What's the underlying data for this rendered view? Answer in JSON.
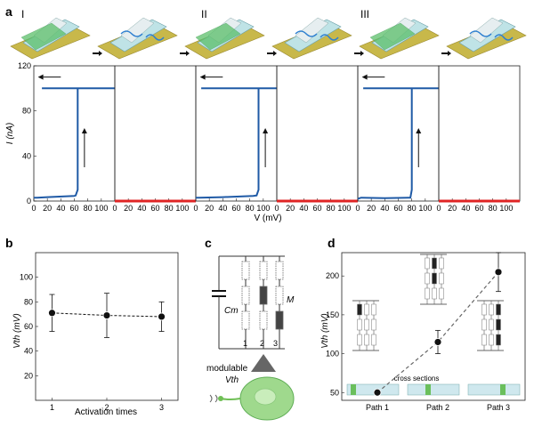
{
  "panel_labels": {
    "a": "a",
    "b": "b",
    "c": "c",
    "d": "d"
  },
  "phase_labels": [
    "I",
    "II",
    "III"
  ],
  "colors": {
    "trace": "#1f5aa6",
    "off_trace": "#e02424",
    "dashed": "#666666",
    "device_green": "#5bbf6a",
    "device_gold": "#c8b84a",
    "neuron": "#9fd98d"
  },
  "chart_data": [
    {
      "type": "line",
      "panel": "a",
      "ylabel": "I (nA)",
      "xlabel": "V (mV)",
      "ylim": [
        0,
        120
      ],
      "xlim": [
        0,
        120
      ],
      "yticks": [
        0,
        40,
        80,
        120
      ],
      "xticks": [
        0,
        20,
        40,
        60,
        80,
        100
      ],
      "subplots": [
        {
          "state": "on",
          "threshold": 65,
          "series": [
            {
              "x": [
                0,
                5,
                20,
                60,
                62,
                65,
                65,
                18,
                12,
                120
              ],
              "y": [
                3,
                3,
                3.5,
                4.5,
                5,
                10,
                100,
                100,
                100,
                100
              ]
            }
          ]
        },
        {
          "state": "off",
          "series": [
            {
              "x": [
                0,
                120
              ],
              "y": [
                0,
                0
              ]
            }
          ]
        },
        {
          "state": "on",
          "threshold": 93,
          "series": [
            {
              "x": [
                0,
                5,
                40,
                85,
                90,
                93,
                93,
                12,
                8,
                120
              ],
              "y": [
                3,
                3,
                3.5,
                4.5,
                5,
                10,
                100,
                100,
                100,
                100
              ]
            }
          ]
        },
        {
          "state": "off",
          "series": [
            {
              "x": [
                0,
                120
              ],
              "y": [
                0,
                0
              ]
            }
          ]
        },
        {
          "state": "on",
          "threshold": 80,
          "series": [
            {
              "x": [
                0,
                5,
                40,
                75,
                78,
                80,
                80,
                15,
                8,
                120
              ],
              "y": [
                2,
                3,
                2.5,
                3,
                3,
                10,
                100,
                100,
                100,
                100
              ]
            }
          ]
        },
        {
          "state": "off",
          "series": [
            {
              "x": [
                0,
                120
              ],
              "y": [
                0,
                0
              ]
            }
          ]
        }
      ]
    },
    {
      "type": "scatter",
      "panel": "b",
      "xlabel": "Activation times",
      "ylabel": "Vth (mV)",
      "ylim": [
        0,
        120
      ],
      "yticks": [
        20,
        40,
        60,
        80,
        100
      ],
      "xticks": [
        1,
        2,
        3
      ],
      "x": [
        1,
        2,
        3
      ],
      "y": [
        71,
        69,
        68
      ],
      "err": [
        15,
        18,
        12
      ]
    },
    {
      "type": "scatter",
      "panel": "d",
      "ylabel": "Vth (mV)",
      "ylim": [
        40,
        230
      ],
      "yticks": [
        50,
        100,
        150,
        200
      ],
      "categories": [
        "Path 1",
        "Path 2",
        "Path 3"
      ],
      "y": [
        50,
        115,
        205
      ],
      "err": [
        0,
        15,
        25
      ]
    }
  ],
  "panel_c": {
    "cm_label": "Cm",
    "m_label": "M",
    "branch_labels": [
      "1",
      "2",
      "3"
    ],
    "modulable_label": "modulable",
    "vth_label": "Vth"
  },
  "panel_d": {
    "cross_sections_label": "cross sections"
  }
}
